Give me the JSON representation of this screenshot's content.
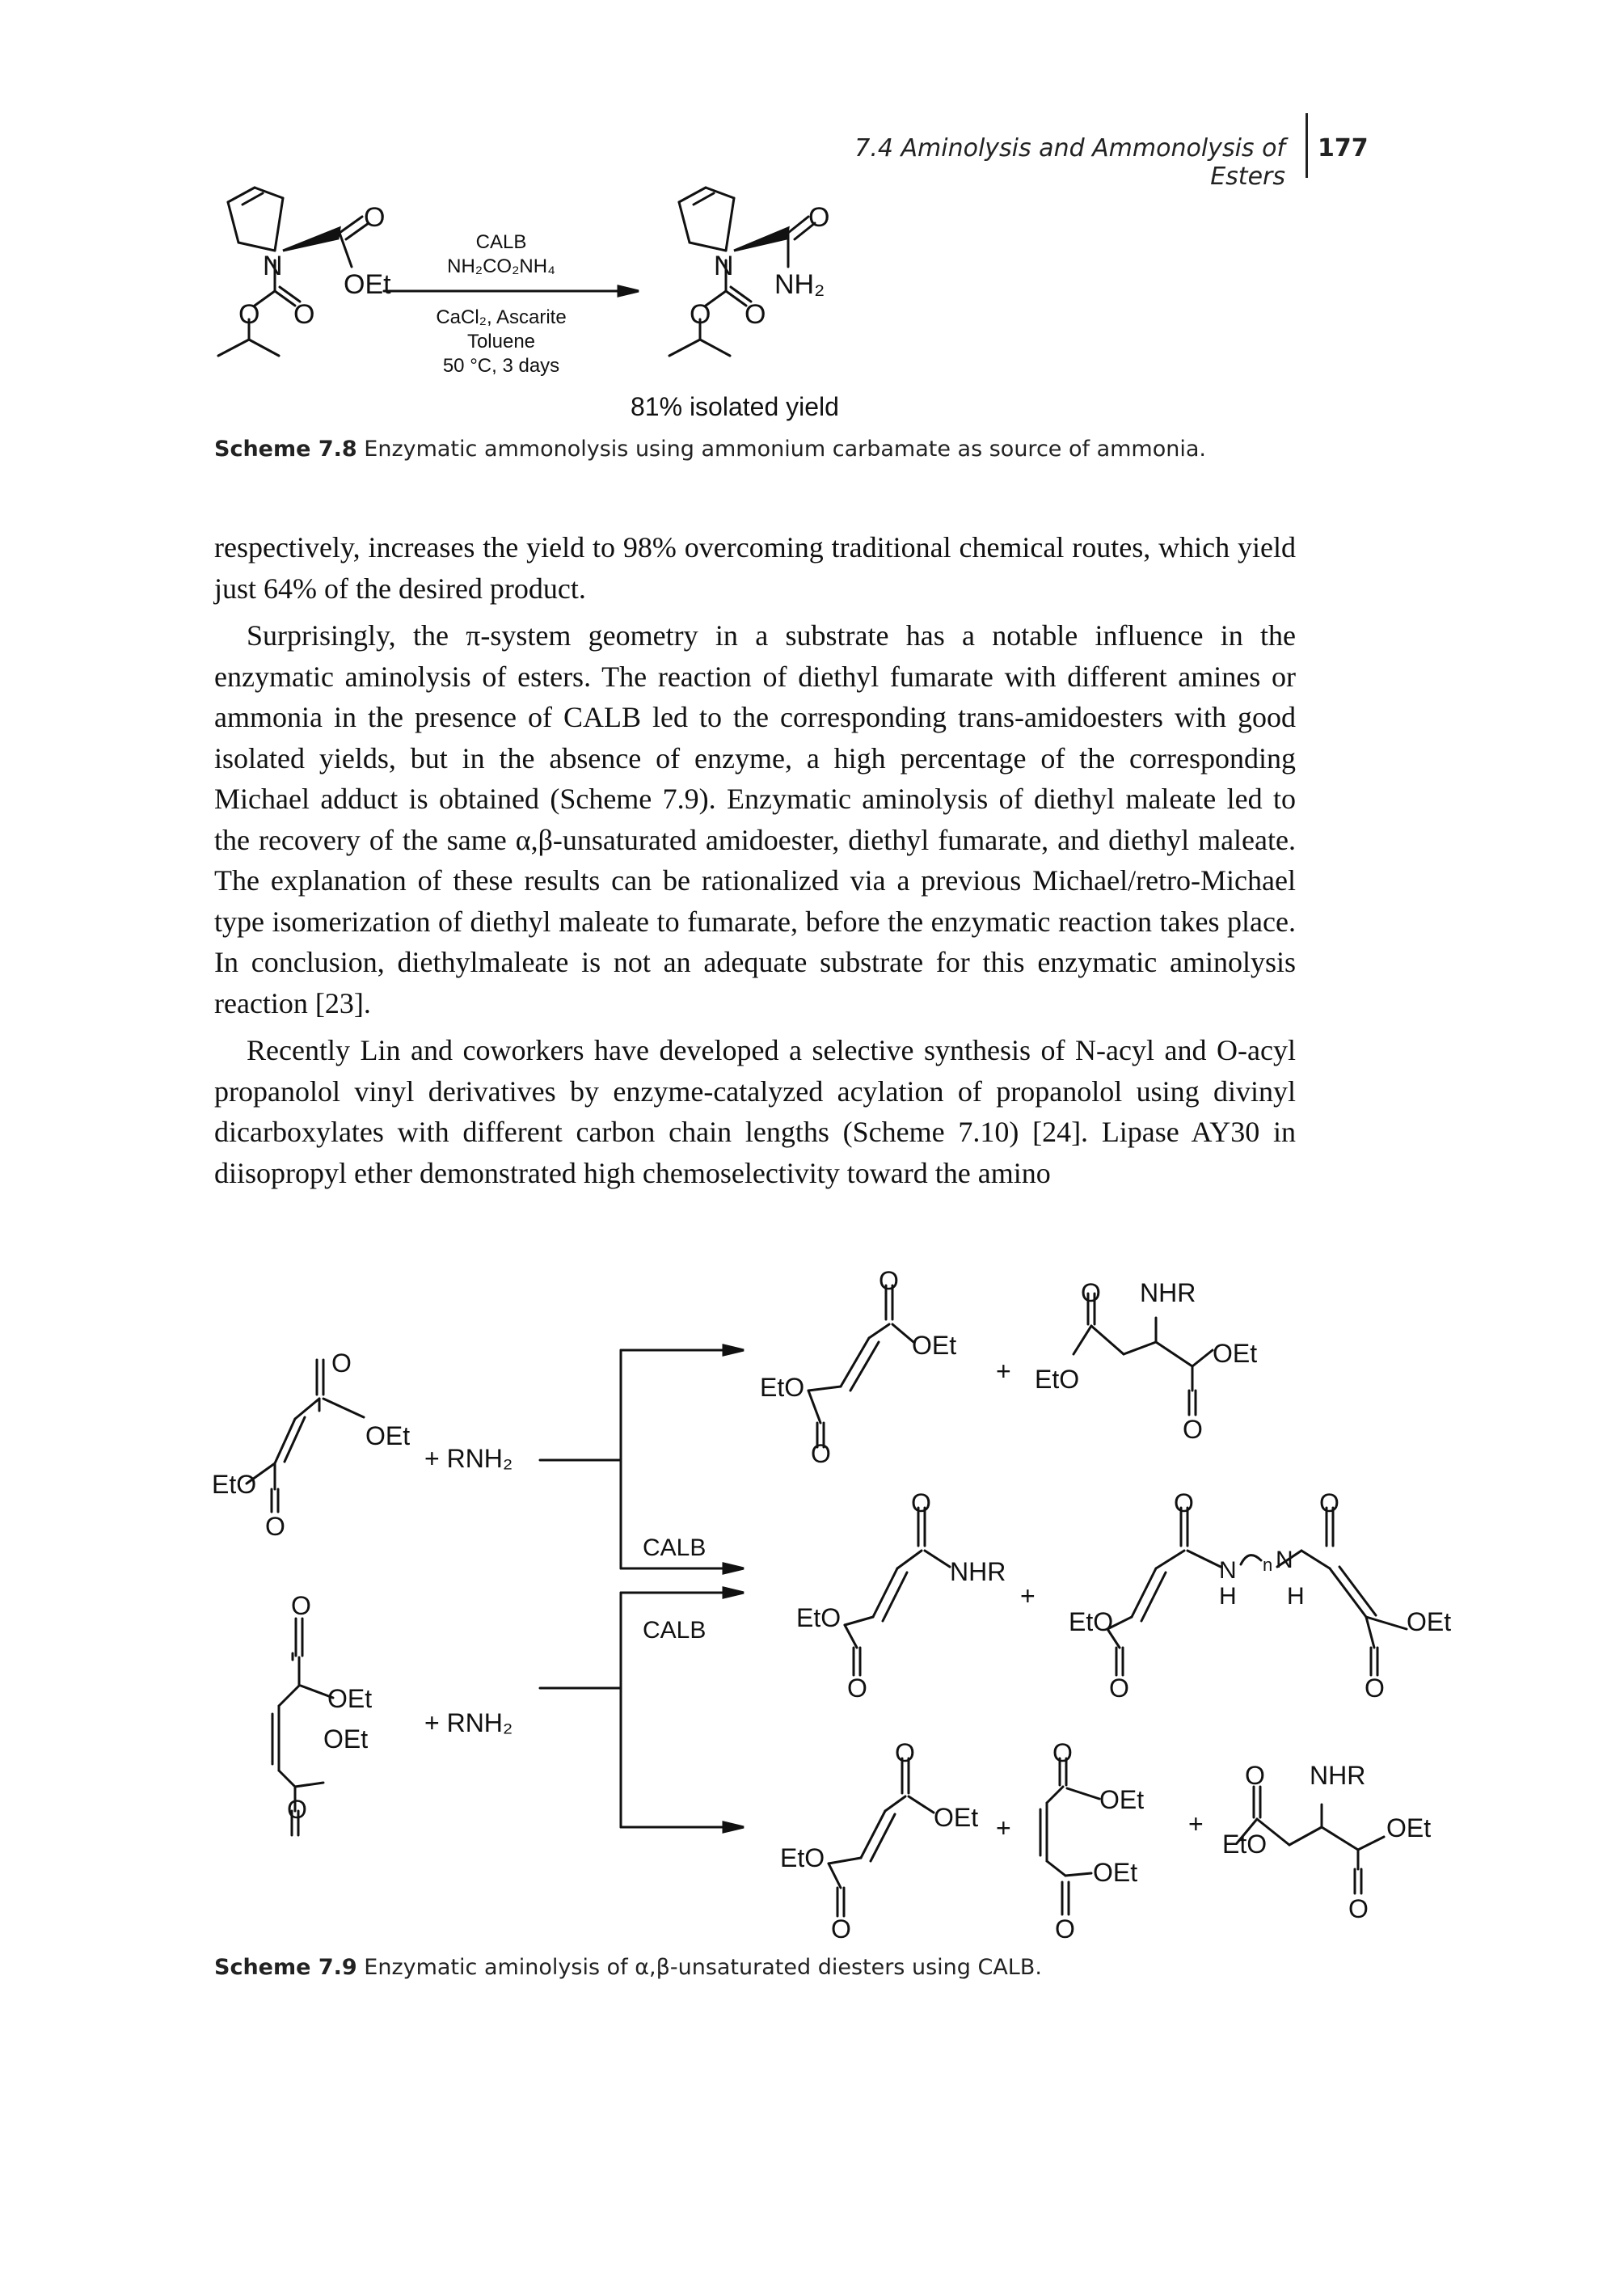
{
  "header": {
    "running_title": "7.4 Aminolysis and Ammonolysis of Esters",
    "page_number": "177"
  },
  "scheme_78": {
    "reactant_labels": {
      "n": "N",
      "o_carbonyl": "O",
      "oet": "OEt",
      "boc_o1": "O",
      "boc_o2": "O"
    },
    "conditions_above": [
      "CALB",
      "NH₂CO₂NH₄"
    ],
    "conditions_below": [
      "CaCl₂, Ascarite",
      "Toluene",
      "50 °C, 3 days"
    ],
    "product_labels": {
      "n": "N",
      "o_carbonyl": "O",
      "nh2": "NH₂",
      "boc_o1": "O",
      "boc_o2": "O"
    },
    "yield_text": "81% isolated yield",
    "caption_label": "Scheme 7.8",
    "caption_text": "Enzymatic ammonolysis using ammonium carbamate as source of ammonia."
  },
  "body": {
    "paragraphs": [
      "respectively, increases the yield to 98% overcoming traditional chemical routes, which yield just 64% of the desired product.",
      "Surprisingly, the π-system geometry in a substrate has a notable influence in the enzymatic aminolysis of esters. The reaction of diethyl fumarate with different amines or ammonia in the presence of CALB led to the corresponding trans-amidoesters with good isolated yields, but in the absence of enzyme, a high percentage of the corresponding Michael adduct is obtained (Scheme 7.9). Enzymatic aminolysis of diethyl maleate led to the recovery of the same α,β-unsaturated amidoester, diethyl fumarate, and diethyl maleate. The explanation of these results can be rationalized via a previous Michael/retro-Michael type isomerization of diethyl maleate to fumarate, before the enzymatic reaction takes place. In conclusion, diethylmaleate is not an adequate substrate for this enzymatic aminolysis reaction [23].",
      "Recently Lin and coworkers have developed a selective synthesis of N-acyl and O-acyl propanolol vinyl derivatives by enzyme-catalyzed acylation of propanolol using divinyl dicarboxylates with different carbon chain lengths (Scheme 7.10) [24]. Lipase AY30 in diisopropyl ether demonstrated high chemoselectivity toward the amino"
    ]
  },
  "scheme_79": {
    "reagent": "+ RNH₂",
    "enzyme": "CALB",
    "plus": "+",
    "labels": {
      "O": "O",
      "OEt": "OEt",
      "EtO": "EtO",
      "NHR": "NHR",
      "N": "N",
      "H": "H",
      "n": "n"
    },
    "caption_label": "Scheme 7.9",
    "caption_text": "Enzymatic aminolysis of α,β-unsaturated diesters using CALB."
  }
}
